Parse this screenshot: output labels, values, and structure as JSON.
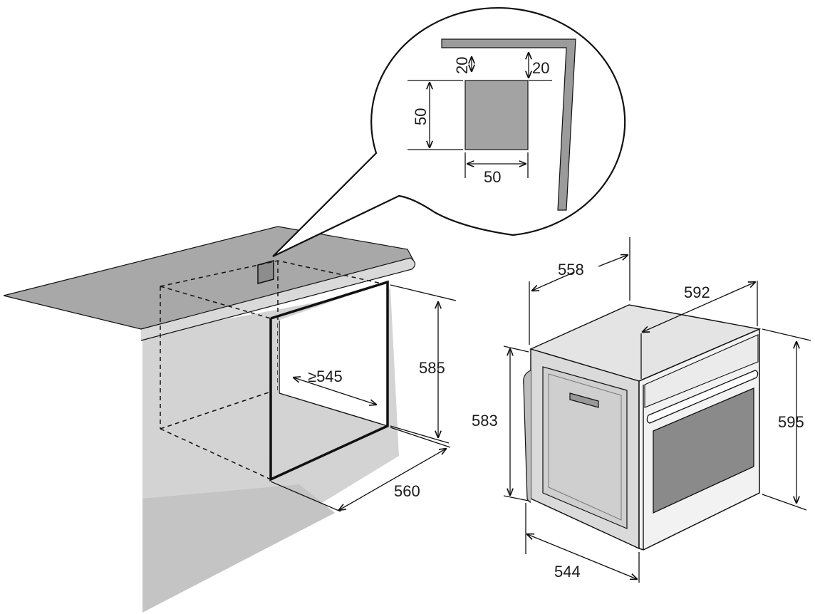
{
  "diagram": {
    "detail": {
      "offset_vertical_left": "20",
      "offset_vertical_right": "20",
      "cutout_height": "50",
      "cutout_width": "50"
    },
    "niche": {
      "min_depth": "≥545",
      "height": "585",
      "width": "560"
    },
    "oven": {
      "depth_total": "558",
      "width_front": "592",
      "height_body": "583",
      "height_total": "595",
      "depth_body": "544"
    },
    "colors": {
      "surface_gray": "#a9a9a9",
      "wall_gray": "#d0d0d0",
      "panel_gray": "#9b9b9b",
      "window_gray": "#8a8a8a",
      "line": "#111111"
    }
  }
}
